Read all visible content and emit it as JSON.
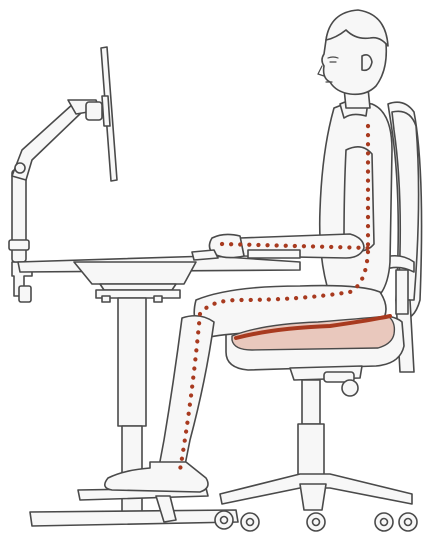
{
  "illustration": {
    "subject": "ergonomic-seated-posture",
    "colors": {
      "outline": "#4a4a4a",
      "fill": "#f7f7f7",
      "posture_dots": "#a83a1f",
      "cushion_fill": "#e9c8bd",
      "cushion_line": "#a83a1f",
      "background": "#ffffff"
    },
    "icons": [
      "person-figure",
      "monitor-arm",
      "desk",
      "office-chair",
      "seat-cushion",
      "posture-line"
    ]
  }
}
